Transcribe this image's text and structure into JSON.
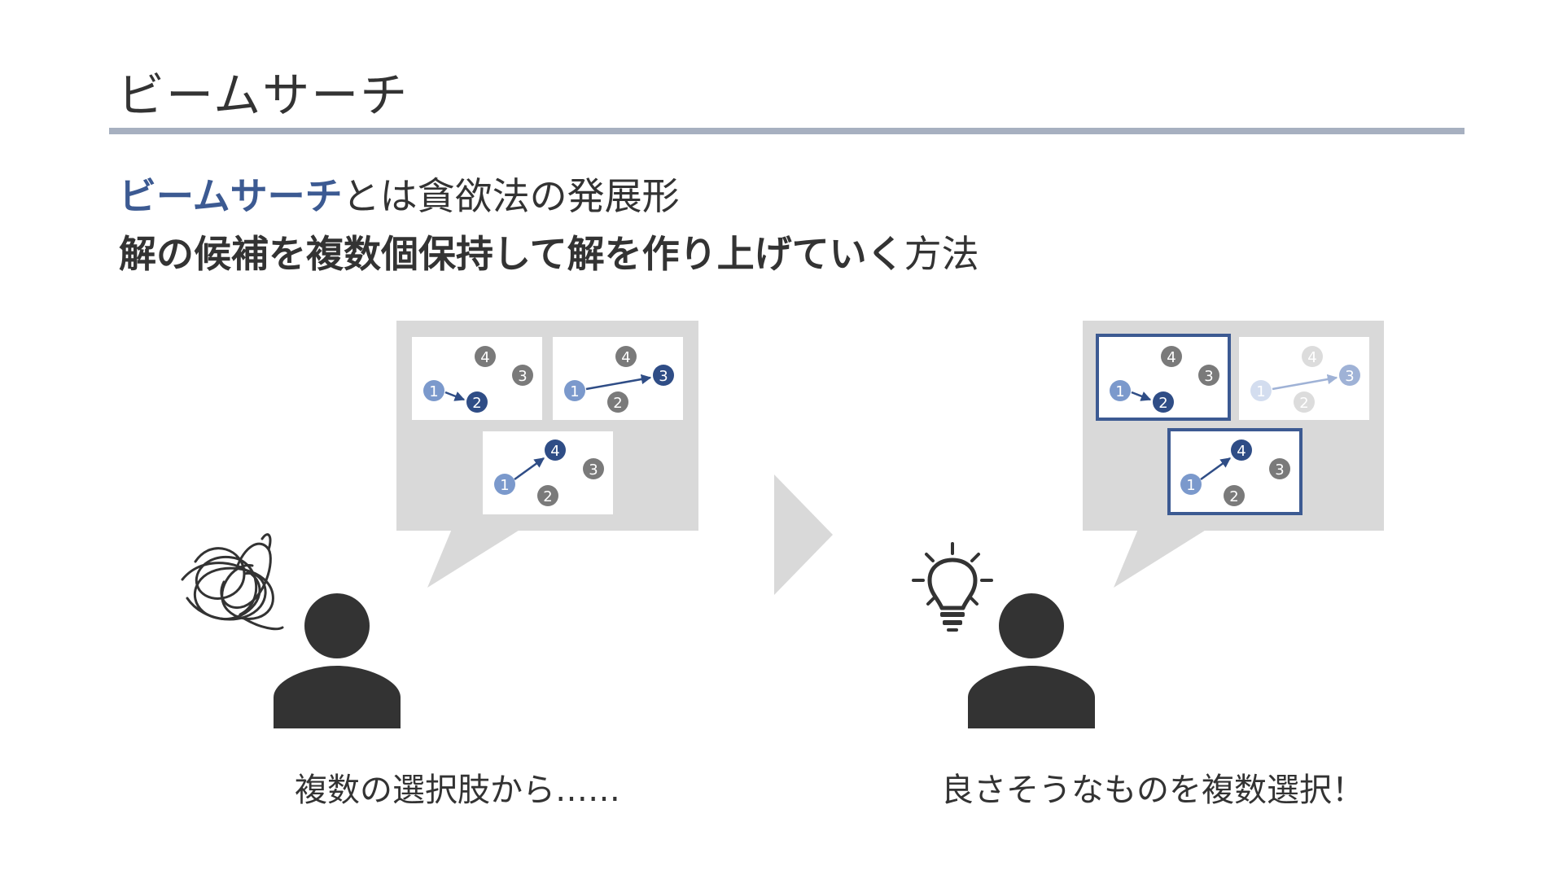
{
  "slide": {
    "title": "ビームサーチ",
    "lead_line_1": {
      "highlight": "ビームサーチ",
      "rest": "とは貪欲法の発展形"
    },
    "lead_line_2": {
      "bold": "解の候補を複数個保持して解を作り上げていく",
      "rest": "方法"
    },
    "caption_left": "複数の選択肢から……",
    "caption_right": "良さそうなものを複数選択！"
  },
  "node_labels": {
    "one": "1",
    "two": "2",
    "three": "3",
    "four": "4"
  },
  "diagram": {
    "left_bubble": {
      "candidates": [
        {
          "path": [
            "1",
            "2"
          ],
          "selected": false,
          "faded": false
        },
        {
          "path": [
            "1",
            "3"
          ],
          "selected": false,
          "faded": false
        },
        {
          "path": [
            "1",
            "4"
          ],
          "selected": false,
          "faded": false
        }
      ]
    },
    "right_bubble": {
      "candidates": [
        {
          "path": [
            "1",
            "2"
          ],
          "selected": true,
          "faded": false
        },
        {
          "path": [
            "1",
            "3"
          ],
          "selected": false,
          "faded": true
        },
        {
          "path": [
            "1",
            "4"
          ],
          "selected": true,
          "faded": false
        }
      ]
    },
    "icons": [
      "person-icon",
      "tangled-scribble-icon",
      "arrow-right-icon",
      "lightbulb-icon"
    ]
  },
  "colors": {
    "start_node": "#7b99cc",
    "next_node": "#2f4d86",
    "other_node": "#7a7a7a",
    "selected_border": "#3c5a92",
    "bubble_bg": "#d9d9d9",
    "person": "#333333",
    "title_rule": "#a7b0c0",
    "accent_text": "#3c5a92"
  }
}
